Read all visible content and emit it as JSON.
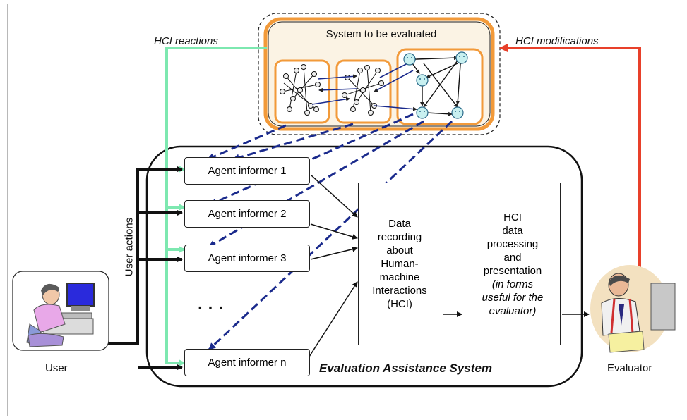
{
  "system": {
    "title": "System to be evaluated"
  },
  "labels": {
    "hci_reactions": "HCI reactions",
    "hci_modifications": "HCI modifications",
    "user_actions": "User actions",
    "user": "User",
    "evaluator": "Evaluator",
    "eas": "Evaluation Assistance System",
    "ellipsis": "· · ·"
  },
  "agents": [
    "Agent informer 1",
    "Agent informer 2",
    "Agent informer 3",
    "Agent informer n"
  ],
  "data_box": {
    "lines": [
      "Data",
      "recording",
      "about",
      "Human-",
      "machine",
      "Interactions",
      "(HCI)"
    ]
  },
  "hci_box": {
    "lines": [
      "HCI",
      "data",
      "processing",
      "and",
      "presentation"
    ],
    "italic_lines": [
      "(in forms",
      "useful for the",
      "evaluator)"
    ]
  },
  "colors": {
    "reactions_arrow": "#7de8b0",
    "modifications_arrow": "#e8402a",
    "system_border": "#f29a3a",
    "dashed_arrow": "#1a2a8c",
    "agent_node": "#c8f0f0"
  }
}
